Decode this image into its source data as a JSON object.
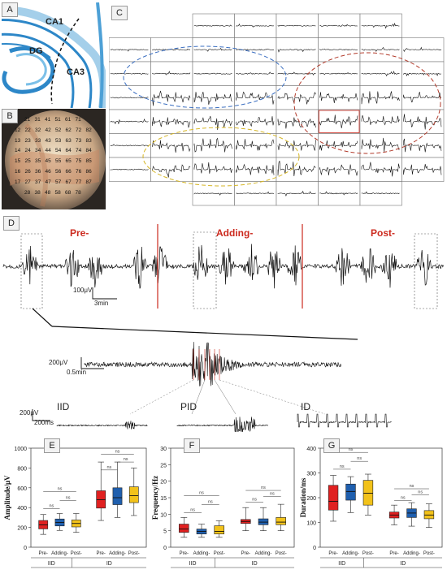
{
  "panels": {
    "A": {
      "label": "A",
      "regions": [
        "CA1",
        "DG",
        "CA3"
      ]
    },
    "B": {
      "label": "B",
      "electrode_rows": [
        [
          "21",
          "31",
          "41",
          "51",
          "61",
          "71"
        ],
        [
          "12",
          "22",
          "32",
          "42",
          "52",
          "62",
          "72",
          "82"
        ],
        [
          "13",
          "23",
          "33",
          "43",
          "53",
          "63",
          "73",
          "83"
        ],
        [
          "14",
          "24",
          "34",
          "44",
          "54",
          "64",
          "74",
          "84"
        ],
        [
          "15",
          "25",
          "35",
          "45",
          "55",
          "65",
          "75",
          "85"
        ],
        [
          "16",
          "26",
          "36",
          "46",
          "56",
          "66",
          "76",
          "86"
        ],
        [
          "17",
          "27",
          "37",
          "47",
          "57",
          "67",
          "77",
          "87"
        ],
        [
          "28",
          "38",
          "48",
          "58",
          "68",
          "78"
        ]
      ]
    },
    "C": {
      "label": "C",
      "ellipse_colors": [
        "#3a6ec0",
        "#b23a2a",
        "#d6b626"
      ]
    },
    "D": {
      "label": "D",
      "phases": [
        "Pre-",
        "Adding-",
        "Post-"
      ],
      "phase_color": "#cc2a1e",
      "scale_main": {
        "amplitude": "100μV",
        "time": "3min"
      },
      "scale_zoom": {
        "amplitude": "200μV",
        "time": "0.5min"
      },
      "scale_events": {
        "amplitude": "200μV",
        "time": "200ms"
      },
      "event_labels": [
        "IID",
        "PID",
        "ID"
      ]
    },
    "E": {
      "label": "E",
      "chart_data": {
        "type": "box",
        "ylabel": "Amplitude/μV",
        "ylim": [
          0,
          1000
        ],
        "yticks": [
          0,
          200,
          400,
          600,
          800,
          1000
        ],
        "categories": [
          "Pre-",
          "Adding-",
          "Post-",
          "Pre-",
          "Adding-",
          "Post-"
        ],
        "groups": [
          "IID",
          "ID"
        ],
        "colors": [
          "#e02020",
          "#1f5fae",
          "#f2c21a"
        ],
        "boxes": [
          {
            "min": 130,
            "q1": 185,
            "median": 225,
            "q3": 270,
            "max": 330
          },
          {
            "min": 170,
            "q1": 215,
            "median": 250,
            "q3": 285,
            "max": 340
          },
          {
            "min": 150,
            "q1": 205,
            "median": 240,
            "q3": 275,
            "max": 340
          },
          {
            "min": 270,
            "q1": 395,
            "median": 480,
            "q3": 570,
            "max": 860
          },
          {
            "min": 300,
            "q1": 430,
            "median": 500,
            "q3": 600,
            "max": 860
          },
          {
            "min": 320,
            "q1": 450,
            "median": 520,
            "q3": 610,
            "max": 800
          }
        ],
        "annotation": "ns"
      }
    },
    "F": {
      "label": "F",
      "chart_data": {
        "type": "box",
        "ylabel": "Frequency/Hz",
        "ylim": [
          0,
          30
        ],
        "yticks": [
          0,
          5,
          10,
          15,
          20,
          25,
          30
        ],
        "categories": [
          "Pre-",
          "Adding-",
          "Post-",
          "Pre-",
          "Adding-",
          "Post-"
        ],
        "groups": [
          "IID",
          "ID"
        ],
        "colors": [
          "#e02020",
          "#1f5fae",
          "#f2c21a"
        ],
        "boxes": [
          {
            "min": 3,
            "q1": 4.5,
            "median": 5.5,
            "q3": 7,
            "max": 9
          },
          {
            "min": 3,
            "q1": 4.0,
            "median": 4.8,
            "q3": 5.5,
            "max": 7
          },
          {
            "min": 3,
            "q1": 4.0,
            "median": 4.8,
            "q3": 6.5,
            "max": 8
          },
          {
            "min": 5,
            "q1": 7.2,
            "median": 7.8,
            "q3": 8.4,
            "max": 12
          },
          {
            "min": 5,
            "q1": 6.8,
            "median": 7.6,
            "q3": 8.6,
            "max": 12
          },
          {
            "min": 5,
            "q1": 6.8,
            "median": 7.6,
            "q3": 9.0,
            "max": 13
          }
        ],
        "annotation": "ns"
      }
    },
    "G": {
      "label": "G",
      "chart_data": {
        "type": "box",
        "ylabel": "Duration/ms",
        "ylim": [
          0,
          400
        ],
        "yticks": [
          0,
          100,
          200,
          300,
          400
        ],
        "categories": [
          "Pre-",
          "Adding-",
          "Post-",
          "Pre-",
          "Adding-",
          "Post-"
        ],
        "groups": [
          "IID",
          "ID"
        ],
        "colors": [
          "#e02020",
          "#1f5fae",
          "#f2c21a"
        ],
        "boxes": [
          {
            "min": 105,
            "q1": 150,
            "median": 185,
            "q3": 250,
            "max": 290
          },
          {
            "min": 140,
            "q1": 190,
            "median": 225,
            "q3": 255,
            "max": 285
          },
          {
            "min": 130,
            "q1": 170,
            "median": 218,
            "q3": 270,
            "max": 295
          },
          {
            "min": 90,
            "q1": 118,
            "median": 130,
            "q3": 142,
            "max": 170
          },
          {
            "min": 85,
            "q1": 120,
            "median": 138,
            "q3": 155,
            "max": 180
          },
          {
            "min": 80,
            "q1": 115,
            "median": 130,
            "q3": 148,
            "max": 175
          }
        ],
        "annotation": "ns"
      }
    }
  }
}
